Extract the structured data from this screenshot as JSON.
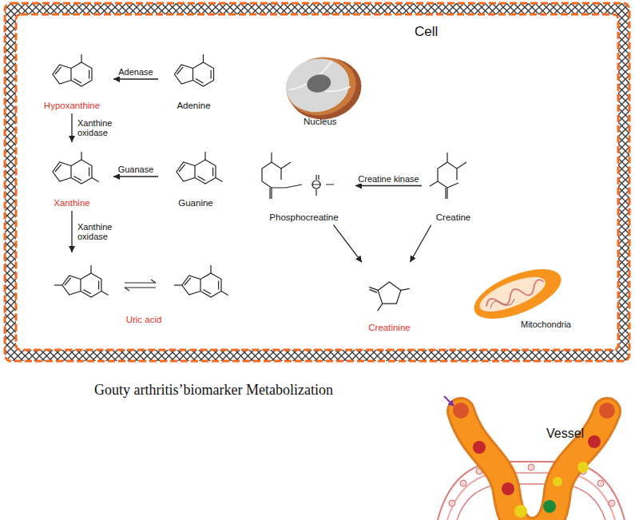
{
  "diagram": {
    "nodes": [
      {
        "text": [
          "Cell"
        ]
      },
      {
        "text": [
          "Hypoxanthine"
        ],
        "in": 0
      },
      {
        "text": [
          "Adenine"
        ],
        "in": 0
      },
      {
        "text": [
          "Xanthine"
        ],
        "in": 0
      },
      {
        "text": [
          "Guanine"
        ],
        "in": 0
      },
      {
        "text": [
          "Phosphocreatine"
        ],
        "in": 0
      },
      {
        "text": [
          "Creatine"
        ],
        "in": 0
      },
      {
        "text": [
          "Uric acid"
        ],
        "in": 0
      },
      {
        "text": [
          "Creatinine"
        ],
        "in": 0
      }
    ],
    "edges": [
      {
        "from": 2,
        "to": 1,
        "label": "Adenase",
        "arrow": "to"
      },
      {
        "from": 1,
        "to": 3,
        "label": "Xanthine oxidase",
        "arrow": "to"
      },
      {
        "from": 4,
        "to": 3,
        "label": "Guanase",
        "arrow": "to"
      },
      {
        "from": 3,
        "to": 7,
        "label": "Xanthine oxidase",
        "arrow": "to"
      },
      {
        "from": 6,
        "to": 5,
        "label": "Creatine kinase",
        "arrow": "to"
      },
      {
        "from": 5,
        "to": 8,
        "arrow": "to"
      },
      {
        "from": 6,
        "to": 8,
        "arrow": "to"
      }
    ],
    "labels": [
      "Nucleus",
      "Mitochondria",
      "Gouty arthritis’biomarker Metabolization",
      "Vessel"
    ]
  }
}
